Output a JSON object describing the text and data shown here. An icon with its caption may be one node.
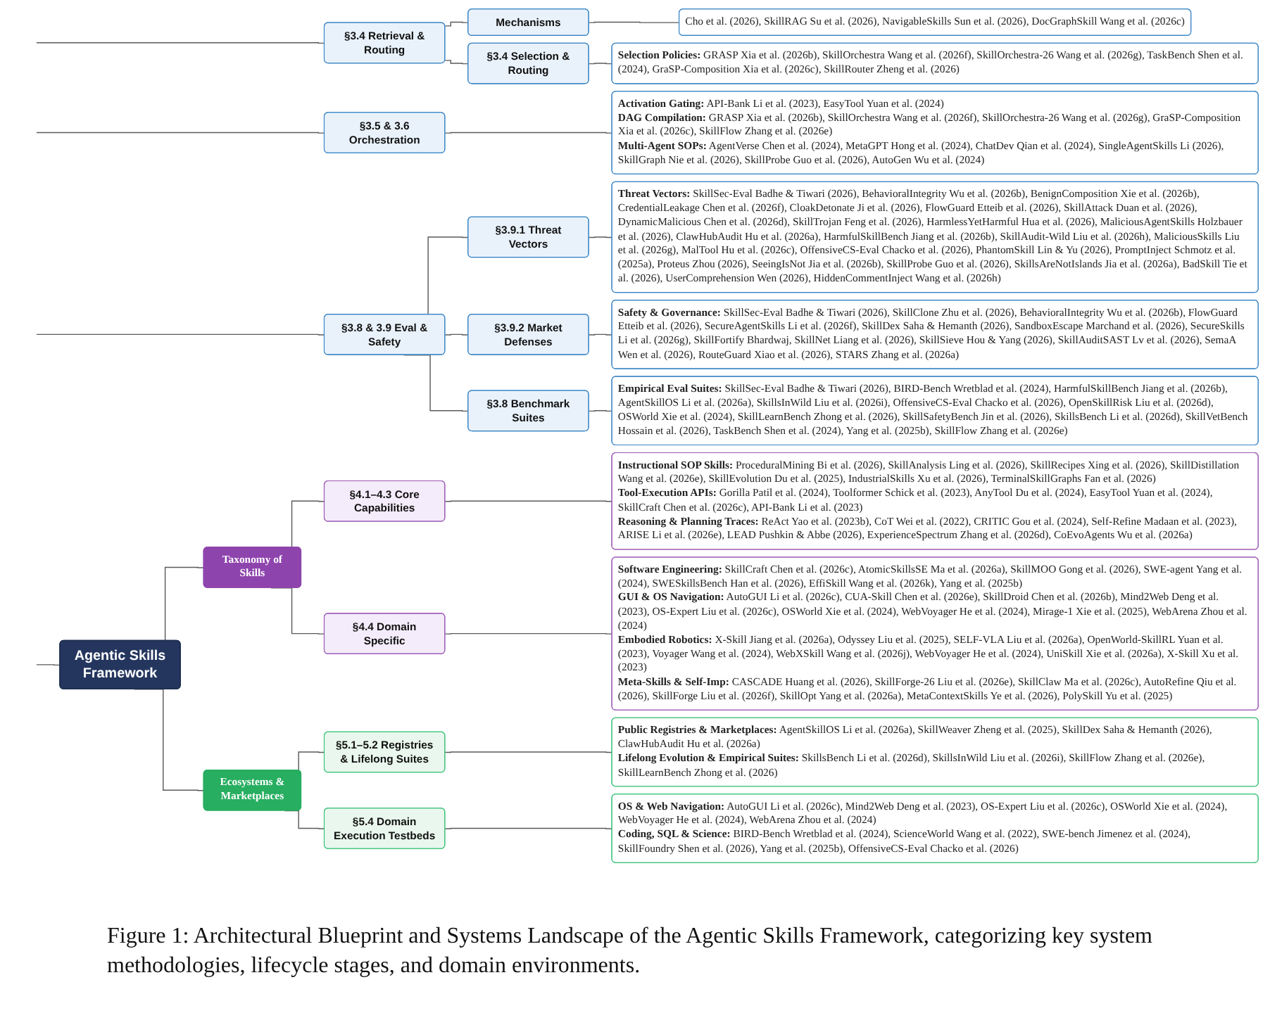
{
  "diagram": {
    "caption": "Figure 1: Architectural Blueprint and Systems Landscape of the Agentic Skills Framework, categorizing key system methodologies, lifecycle stages, and domain environments.",
    "nodes": [
      {
        "text": [
          "Agentic Skills Framework"
        ]
      },
      {
        "text": [
          "§3.4 Retrieval & Routing"
        ]
      },
      {
        "text": [
          "Mechanisms"
        ]
      },
      {
        "text": [
          "Cho et al. (2026), SkillRAG Su et al. (2026), NavigableSkills Sun et al. (2026), DocGraphSkill Wang et al. (2026c)"
        ]
      },
      {
        "text": [
          "§3.4 Selection & Routing"
        ]
      },
      {
        "text": [
          "**Selection Policies:** GRASP Xia et al. (2026b), SkillOrchestra Wang et al. (2026f), SkillOrchestra-26 Wang et al. (2026g), TaskBench Shen et al. (2024), GraSP-Composition Xia et al. (2026c), SkillRouter Zheng et al. (2026)"
        ]
      },
      {
        "text": [
          "§3.5 & 3.6 Orchestration"
        ]
      },
      {
        "text": [
          "**Activation Gating:** API-Bank Li et al. (2023), EasyTool Yuan et al. (2024)",
          "**DAG Compilation:** GRASP Xia et al. (2026b), SkillOrchestra Wang et al. (2026f), SkillOrchestra-26 Wang et al. (2026g), GraSP-Composition Xia et al. (2026c), SkillFlow Zhang et al. (2026e)",
          "**Multi-Agent SOPs:** AgentVerse Chen et al. (2024), MetaGPT Hong et al. (2024), ChatDev Qian et al. (2024), SingleAgentSkills Li (2026), SkillGraph Nie et al. (2026), SkillProbe Guo et al. (2026), AutoGen Wu et al. (2024)"
        ]
      },
      {
        "text": [
          "§3.8 & 3.9 Eval & Safety"
        ]
      },
      {
        "text": [
          "§3.9.1 Threat Vectors"
        ]
      },
      {
        "text": [
          "**Threat Vectors:** SkillSec-Eval Badhe & Tiwari (2026), BehavioralIntegrity Wu et al. (2026b), BenignComposition Xie et al. (2026b), CredentialLeakage Chen et al. (2026f), CloakDetonate Ji et al. (2026), FlowGuard Etteib et al. (2026), SkillAttack Duan et al. (2026), DynamicMalicious Chen et al. (2026d), SkillTrojan Feng et al. (2026), HarmlessYetHarmful Hua et al. (2026), MaliciousAgentSkills Holzbauer et al. (2026), ClawHubAudit Hu et al. (2026a), HarmfulSkillBench Jiang et al. (2026b), SkillAudit-Wild Liu et al. (2026h), MaliciousSkills Liu et al. (2026g), MalTool Hu et al. (2026c), OffensiveCS-Eval Chacko et al. (2026), PhantomSkill Lin & Yu (2026), PromptInject Schmotz et al. (2025a), Proteus Zhou (2026), SeeingIsNot Jia et al. (2026b), SkillProbe Guo et al. (2026), SkillsAreNotIslands Jia et al. (2026a), BadSkill Tie et al. (2026), UserComprehension Wen (2026), HiddenCommentInject Wang et al. (2026h)"
        ]
      },
      {
        "text": [
          "§3.9.2 Market Defenses"
        ]
      },
      {
        "text": [
          "**Safety & Governance:** SkillSec-Eval Badhe & Tiwari (2026), SkillClone Zhu et al. (2026), BehavioralIntegrity Wu et al. (2026b), FlowGuard Etteib et al. (2026), SecureAgentSkills Li et al. (2026f), SkillDex Saha & Hemanth (2026), SandboxEscape Marchand et al. (2026), SecureSkills Li et al. (2026g), SkillFortify Bhardwaj, SkillNet Liang et al. (2026), SkillSieve Hou & Yang (2026), SkillAuditSAST Lv et al. (2026), SemaA Wen et al. (2026), RouteGuard Xiao et al. (2026), STARS Zhang et al. (2026a)"
        ]
      },
      {
        "text": [
          "§3.8 Benchmark Suites"
        ]
      },
      {
        "text": [
          "**Empirical Eval Suites:** SkillSec-Eval Badhe & Tiwari (2026), BIRD-Bench Wretblad et al. (2024), HarmfulSkillBench Jiang et al. (2026b), AgentSkillOS Li et al. (2026a), SkillsInWild Liu et al. (2026i), OffensiveCS-Eval Chacko et al. (2026), OpenSkillRisk Liu et al. (2026d), OSWorld Xie et al. (2024), SkillLearnBench Zhong et al. (2026), SkillSafetyBench Jin et al. (2026), SkillsBench Li et al. (2026d), SkillVetBench Hossain et al. (2026), TaskBench Shen et al. (2024), Yang et al. (2025b), SkillFlow Zhang et al. (2026e)"
        ]
      },
      {
        "text": [
          "Taxonomy of Skills"
        ]
      },
      {
        "text": [
          "§4.1–4.3 Core Capabilities"
        ]
      },
      {
        "text": [
          "**Instructional SOP Skills:** ProceduralMining Bi et al. (2026), SkillAnalysis Ling et al. (2026), SkillRecipes Xing et al. (2026), SkillDistillation Wang et al. (2026e), SkillEvolution Du et al. (2025), IndustrialSkills Xu et al. (2026), TerminalSkillGraphs Fan et al. (2026)",
          "**Tool-Execution APIs:** Gorilla Patil et al. (2024), Toolformer Schick et al. (2023), AnyTool Du et al. (2024), EasyTool Yuan et al. (2024), SkillCraft Chen et al. (2026c), API-Bank Li et al. (2023)",
          "**Reasoning & Planning Traces:** ReAct Yao et al. (2023b), CoT Wei et al. (2022), CRITIC Gou et al. (2024), Self-Refine Madaan et al. (2023), ARISE Li et al. (2026e), LEAD Pushkin & Abbe (2026), ExperienceSpectrum Zhang et al. (2026d), CoEvoAgents Wu et al. (2026a)"
        ]
      },
      {
        "text": [
          "§4.4 Domain Specific"
        ]
      },
      {
        "text": [
          "**Software Engineering:** SkillCraft Chen et al. (2026c), AtomicSkillsSE Ma et al. (2026a), SkillMOO Gong et al. (2026), SWE-agent Yang et al. (2024), SWESkillsBench Han et al. (2026), EffiSkill Wang et al. (2026k), Yang et al. (2025b)",
          "**GUI & OS Navigation:** AutoGUI Li et al. (2026c), CUA-Skill Chen et al. (2026e), SkillDroid Chen et al. (2026b), Mind2Web Deng et al. (2023), OS-Expert Liu et al. (2026c), OSWorld Xie et al. (2024), WebVoyager He et al. (2024), Mirage-1 Xie et al. (2025), WebArena Zhou et al. (2024)",
          "**Embodied Robotics:** X-Skill Jiang et al. (2026a), Odyssey Liu et al. (2025), SELF-VLA Liu et al. (2026a), OpenWorld-SkillRL Yuan et al. (2023), Voyager Wang et al. (2024), WebXSkill Wang et al. (2026j), WebVoyager He et al. (2024), UniSkill Xie et al. (2026a), X-Skill Xu et al. (2023)",
          "**Meta-Skills & Self-Imp:** CASCADE Huang et al. (2026), SkillForge-26 Liu et al. (2026e), SkillClaw Ma et al. (2026c), AutoRefine Qiu et al. (2026), SkillForge Liu et al. (2026f), SkillOpt Yang et al. (2026a), MetaContextSkills Ye et al. (2026), PolySkill Yu et al. (2025)"
        ]
      },
      {
        "text": [
          "Ecosystems & Marketplaces"
        ]
      },
      {
        "text": [
          "§5.1–5.2 Registries & Lifelong Suites"
        ]
      },
      {
        "text": [
          "**Public Registries & Marketplaces:** AgentSkillOS Li et al. (2026a), SkillWeaver Zheng et al. (2025), SkillDex Saha & Hemanth (2026), ClawHubAudit Hu et al. (2026a)",
          "**Lifelong Evolution & Empirical Suites:** SkillsBench Li et al. (2026d), SkillsInWild Liu et al. (2026i), SkillFlow Zhang et al. (2026e), SkillLearnBench Zhong et al. (2026)"
        ]
      },
      {
        "text": [
          "§5.4 Domain Execution Testbeds"
        ]
      },
      {
        "text": [
          "**OS & Web Navigation:** AutoGUI Li et al. (2026c), Mind2Web Deng et al. (2023), OS-Expert Liu et al. (2026c), OSWorld Xie et al. (2024), WebVoyager He et al. (2024), WebArena Zhou et al. (2024)",
          "**Coding, SQL & Science:** BIRD-Bench Wretblad et al. (2024), ScienceWorld Wang et al. (2022), SWE-bench Jimenez et al. (2024), SkillFoundry Shen et al. (2026), Yang et al. (2025b), OffensiveCS-Eval Chacko et al. (2026)"
        ]
      }
    ],
    "edges": [
      {
        "from": 0,
        "to": null,
        "arrow": "none"
      },
      {
        "from": 0,
        "to": 15,
        "arrow": "none"
      },
      {
        "from": 0,
        "to": 20,
        "arrow": "none"
      },
      {
        "from": null,
        "to": 1,
        "arrow": "none"
      },
      {
        "from": null,
        "to": 6,
        "arrow": "none"
      },
      {
        "from": null,
        "to": 8,
        "arrow": "none"
      },
      {
        "from": 1,
        "to": 2,
        "arrow": "none"
      },
      {
        "from": 1,
        "to": 4,
        "arrow": "none"
      },
      {
        "from": 2,
        "to": 3,
        "arrow": "none"
      },
      {
        "from": 4,
        "to": 5,
        "arrow": "none"
      },
      {
        "from": 6,
        "to": 7,
        "arrow": "none"
      },
      {
        "from": 8,
        "to": 9,
        "arrow": "none"
      },
      {
        "from": 9,
        "to": 10,
        "arrow": "none"
      },
      {
        "from": 8,
        "to": 11,
        "arrow": "none"
      },
      {
        "from": 11,
        "to": 12,
        "arrow": "none"
      },
      {
        "from": 8,
        "to": 13,
        "arrow": "none"
      },
      {
        "from": 13,
        "to": 14,
        "arrow": "none"
      },
      {
        "from": 15,
        "to": 16,
        "arrow": "none"
      },
      {
        "from": 16,
        "to": 17,
        "arrow": "none"
      },
      {
        "from": 15,
        "to": 18,
        "arrow": "none"
      },
      {
        "from": 18,
        "to": 19,
        "arrow": "none"
      },
      {
        "from": 20,
        "to": 21,
        "arrow": "none"
      },
      {
        "from": 21,
        "to": 22,
        "arrow": "none"
      },
      {
        "from": 20,
        "to": 23,
        "arrow": "none"
      },
      {
        "from": 23,
        "to": 24,
        "arrow": "none"
      }
    ]
  }
}
